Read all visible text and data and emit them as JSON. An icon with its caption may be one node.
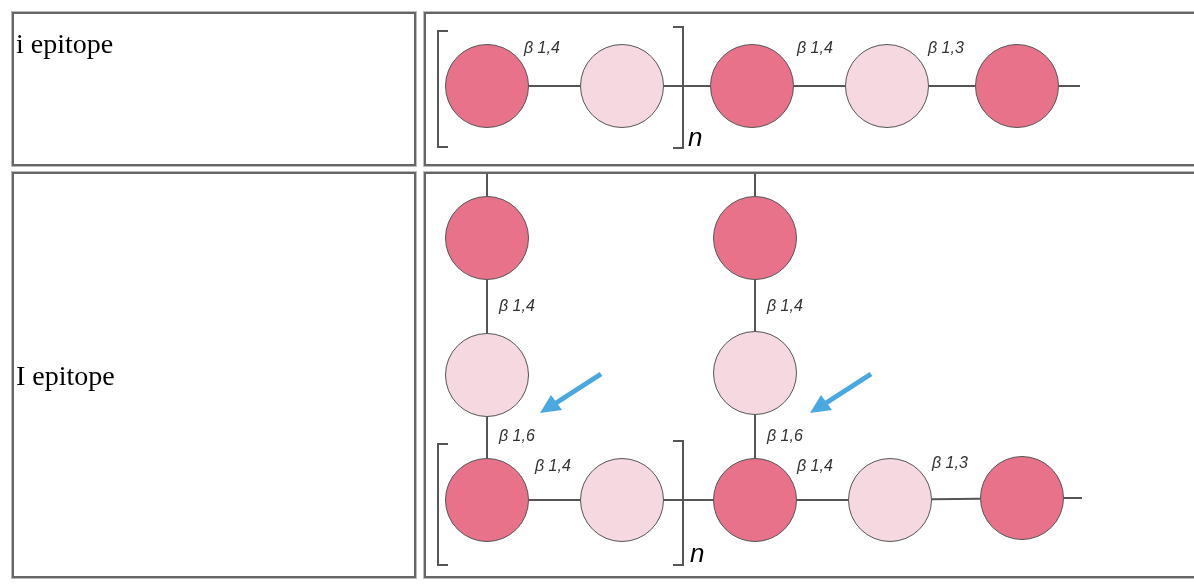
{
  "diagram": {
    "nodes": [
      {
        "text": [],
        "shape": "circle"
      },
      {
        "text": [],
        "shape": "circle"
      },
      {
        "text": [],
        "shape": "circle"
      },
      {
        "text": [],
        "shape": "circle"
      },
      {
        "text": [],
        "shape": "circle"
      },
      {
        "text": [],
        "shape": "circle"
      },
      {
        "text": [],
        "shape": "circle"
      },
      {
        "text": [],
        "shape": "circle"
      },
      {
        "text": [],
        "shape": "circle"
      },
      {
        "text": [],
        "shape": "circle"
      },
      {
        "text": [],
        "shape": "circle"
      },
      {
        "text": [],
        "shape": "circle"
      },
      {
        "text": [],
        "shape": "circle"
      },
      {
        "text": [],
        "shape": "circle"
      }
    ],
    "edges": [
      {
        "from": 0,
        "to": 1,
        "arrow": "none",
        "label": "β 1,4"
      },
      {
        "from": 1,
        "to": 2,
        "arrow": "none"
      },
      {
        "from": 2,
        "to": 3,
        "arrow": "none",
        "label": "β 1,4"
      },
      {
        "from": 3,
        "to": 4,
        "arrow": "none",
        "label": "β 1,3"
      },
      {
        "from": 4,
        "to": null,
        "arrow": "none"
      },
      {
        "from": null,
        "to": 5,
        "arrow": "none"
      },
      {
        "from": 5,
        "to": 6,
        "arrow": "none",
        "label": "β 1,4"
      },
      {
        "from": 6,
        "to": 7,
        "arrow": "none",
        "label": "β 1,6"
      },
      {
        "from": 7,
        "to": 8,
        "arrow": "none",
        "label": "β 1,4"
      },
      {
        "from": 8,
        "to": 11,
        "arrow": "none"
      },
      {
        "from": null,
        "to": 9,
        "arrow": "none"
      },
      {
        "from": 9,
        "to": 10,
        "arrow": "none",
        "label": "β 1,4"
      },
      {
        "from": 10,
        "to": 11,
        "arrow": "none",
        "label": "β 1,6"
      },
      {
        "from": 11,
        "to": 12,
        "arrow": "none",
        "label": "β 1,4"
      },
      {
        "from": 12,
        "to": 13,
        "arrow": "none",
        "label": "β 1,3"
      },
      {
        "from": 13,
        "to": null,
        "arrow": "none"
      }
    ],
    "labels": [
      "i epitope",
      "n",
      "I epitope",
      "n"
    ]
  }
}
